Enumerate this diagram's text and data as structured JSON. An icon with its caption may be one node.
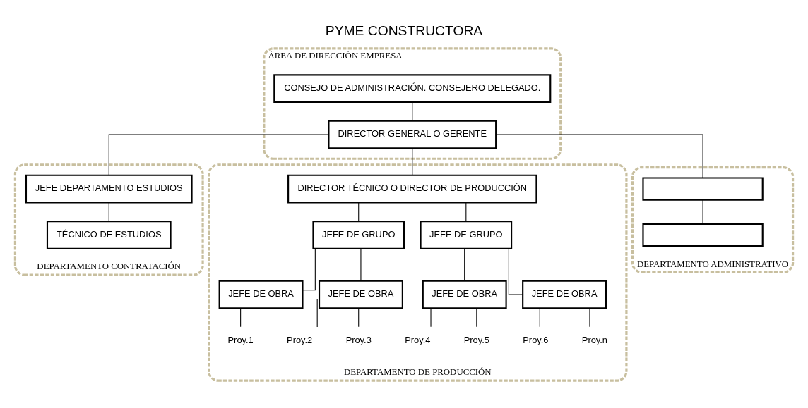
{
  "diagram": {
    "title": "PYME CONSTRUCTORA",
    "nodes": [
      {
        "text": [
          "ÁREA DE DIRECCIÓN EMPRESA"
        ]
      },
      {
        "text": [
          "CONSEJO DE ADMINISTRACIÓN. CONSEJERO DELEGADO."
        ],
        "in": 0
      },
      {
        "text": [
          "DIRECTOR GENERAL O GERENTE"
        ],
        "in": 0
      },
      {
        "text": [
          "DEPARTAMENTO CONTRATACIÓN"
        ]
      },
      {
        "text": [
          "JEFE DEPARTAMENTO ESTUDIOS"
        ],
        "in": 3
      },
      {
        "text": [
          "TÉCNICO DE ESTUDIOS"
        ],
        "in": 3
      },
      {
        "text": [
          "DEPARTAMENTO DE PRODUCCIÓN"
        ]
      },
      {
        "text": [
          "DIRECTOR TÉCNICO O DIRECTOR DE PRODUCCIÓN"
        ],
        "in": 6
      },
      {
        "text": [
          "JEFE DE GRUPO"
        ],
        "in": 6
      },
      {
        "text": [
          "JEFE DE GRUPO"
        ],
        "in": 6
      },
      {
        "text": [
          "JEFE DE OBRA"
        ],
        "in": 6
      },
      {
        "text": [
          "JEFE DE OBRA"
        ],
        "in": 6
      },
      {
        "text": [
          "JEFE DE OBRA"
        ],
        "in": 6
      },
      {
        "text": [
          "JEFE DE OBRA"
        ],
        "in": 6
      },
      {
        "text": [
          "Proy.1"
        ],
        "in": 6
      },
      {
        "text": [
          "Proy.2"
        ],
        "in": 6
      },
      {
        "text": [
          "Proy.3"
        ],
        "in": 6
      },
      {
        "text": [
          "Proy.4"
        ],
        "in": 6
      },
      {
        "text": [
          "Proy.5"
        ],
        "in": 6
      },
      {
        "text": [
          "Proy.6"
        ],
        "in": 6
      },
      {
        "text": [
          "Proy.n"
        ],
        "in": 6
      },
      {
        "text": [
          "DEPARTAMENTO ADMINISTRATIVO"
        ]
      },
      {
        "text": [],
        "shape": "box",
        "in": 21
      },
      {
        "text": [],
        "shape": "box",
        "in": 21
      }
    ],
    "edges": [
      {
        "from": 1,
        "to": 2,
        "arrow": "none"
      },
      {
        "from": 2,
        "to": 4,
        "arrow": "none"
      },
      {
        "from": 2,
        "to": 7,
        "arrow": "none"
      },
      {
        "from": 2,
        "to": 22,
        "arrow": "none"
      },
      {
        "from": 4,
        "to": 5,
        "arrow": "none"
      },
      {
        "from": 7,
        "to": 8,
        "arrow": "none"
      },
      {
        "from": 7,
        "to": 9,
        "arrow": "none"
      },
      {
        "from": 8,
        "to": 10,
        "arrow": "none"
      },
      {
        "from": 8,
        "to": 11,
        "arrow": "none"
      },
      {
        "from": 9,
        "to": 12,
        "arrow": "none"
      },
      {
        "from": 9,
        "to": 13,
        "arrow": "none"
      },
      {
        "from": 10,
        "to": 14,
        "arrow": "none"
      },
      {
        "from": 11,
        "to": 15,
        "arrow": "none"
      },
      {
        "from": 11,
        "to": 16,
        "arrow": "none"
      },
      {
        "from": 12,
        "to": 17,
        "arrow": "none"
      },
      {
        "from": 12,
        "to": 18,
        "arrow": "none"
      },
      {
        "from": 13,
        "to": 19,
        "arrow": "none"
      },
      {
        "from": 13,
        "to": 20,
        "arrow": "none"
      },
      {
        "from": 22,
        "to": 23,
        "arrow": "none"
      }
    ]
  }
}
